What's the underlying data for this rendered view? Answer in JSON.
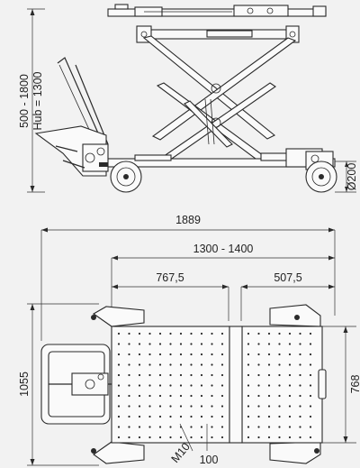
{
  "diagram": {
    "side_view": {
      "height_range": "500 - 1800",
      "stroke_label": "Hub = 1300",
      "wheel_diameter": "Ø200"
    },
    "top_view": {
      "overall_length": "1889",
      "platform_range": "1300 - 1400",
      "left_section": "767,5",
      "right_section": "507,5",
      "overall_width": "1055",
      "platform_width": "768",
      "thread": "M10",
      "slot_spacing": "100"
    }
  }
}
